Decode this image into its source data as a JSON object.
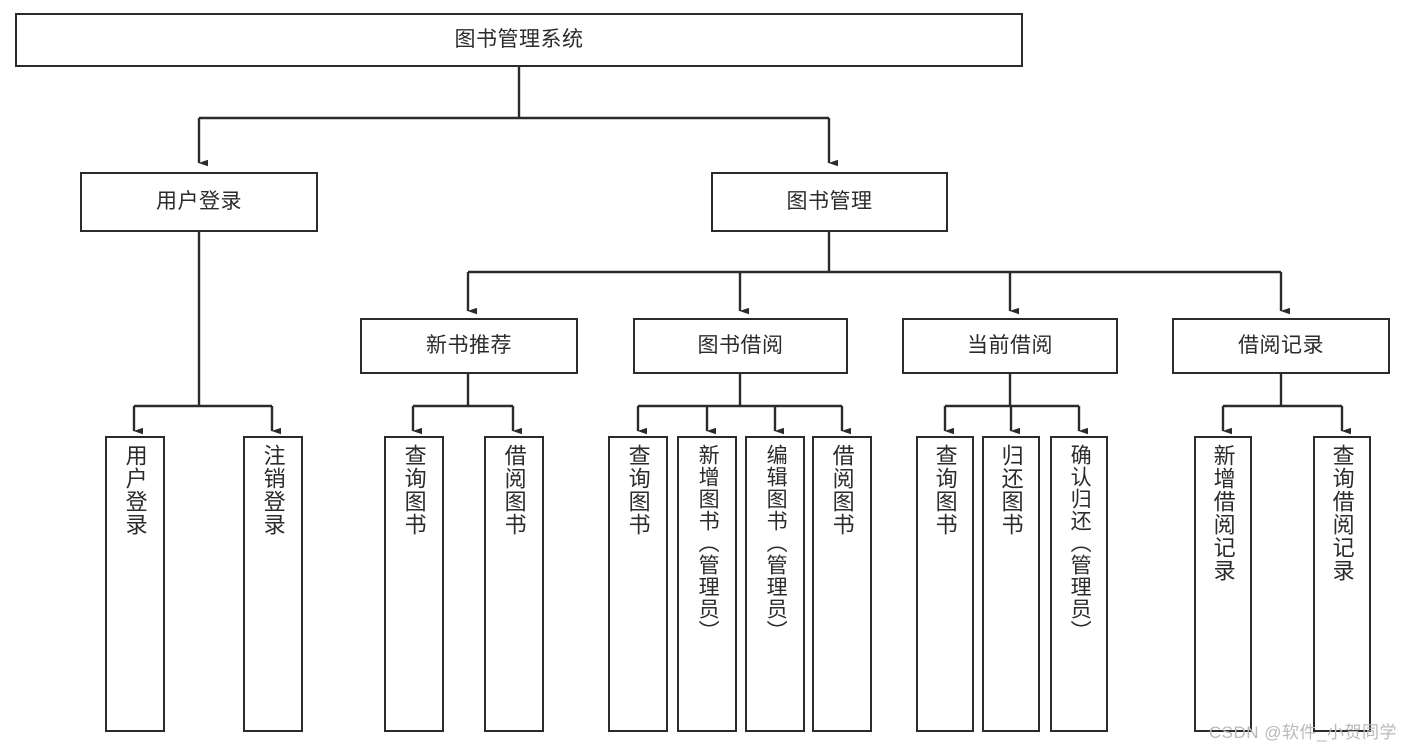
{
  "diagram": {
    "title": "图书管理系统",
    "watermark": "CSDN @软件_小贺同学",
    "colors": {
      "box_border": "#2b2b2b",
      "connector": "#2b2b2b",
      "background": "#ffffff",
      "text": "#2b2b2b",
      "watermark": "#b9b9b9"
    },
    "root": {
      "label": "图书管理系统"
    },
    "level1": [
      {
        "label": "用户登录"
      },
      {
        "label": "图书管理"
      }
    ],
    "level2": [
      {
        "label": "新书推荐"
      },
      {
        "label": "图书借阅"
      },
      {
        "label": "当前借阅"
      },
      {
        "label": "借阅记录"
      }
    ],
    "leaves": {
      "user_login": [
        {
          "label": "用户登录"
        },
        {
          "label": "注销登录"
        }
      ],
      "new_book_recommend": [
        {
          "label": "查询图书"
        },
        {
          "label": "借阅图书"
        }
      ],
      "book_borrow": [
        {
          "label": "查询图书"
        },
        {
          "label": "新增图书（管理员）"
        },
        {
          "label": "编辑图书（管理员）"
        },
        {
          "label": "借阅图书"
        }
      ],
      "current_borrow": [
        {
          "label": "查询图书"
        },
        {
          "label": "归还图书"
        },
        {
          "label": "确认归还（管理员）"
        }
      ],
      "borrow_record": [
        {
          "label": "新增借阅记录"
        },
        {
          "label": "查询借阅记录"
        }
      ]
    }
  }
}
